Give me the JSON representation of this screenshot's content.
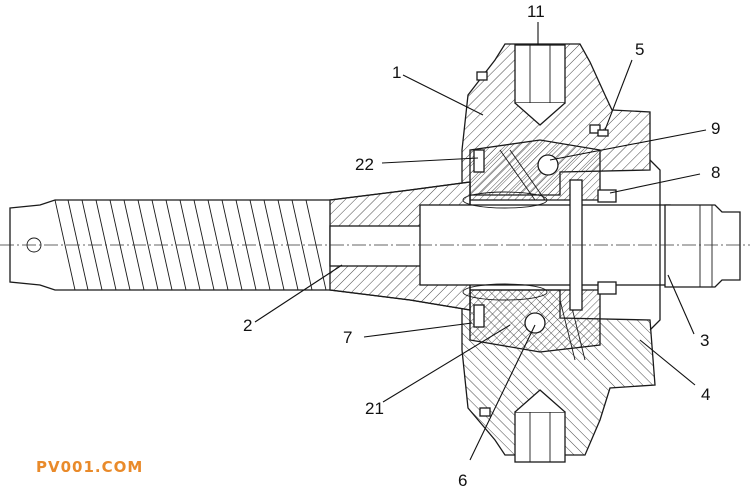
{
  "callouts": {
    "c1": "1",
    "c2": "2",
    "c3": "3",
    "c4": "4",
    "c5": "5",
    "c6": "6",
    "c7": "7",
    "c8": "8",
    "c9": "9",
    "c11": "11",
    "c21": "21",
    "c22": "22"
  },
  "watermark": "PV001.COM",
  "colors": {
    "line": "#1a1a1a",
    "hatch": "#333333",
    "watermark": "#e98a2a"
  }
}
